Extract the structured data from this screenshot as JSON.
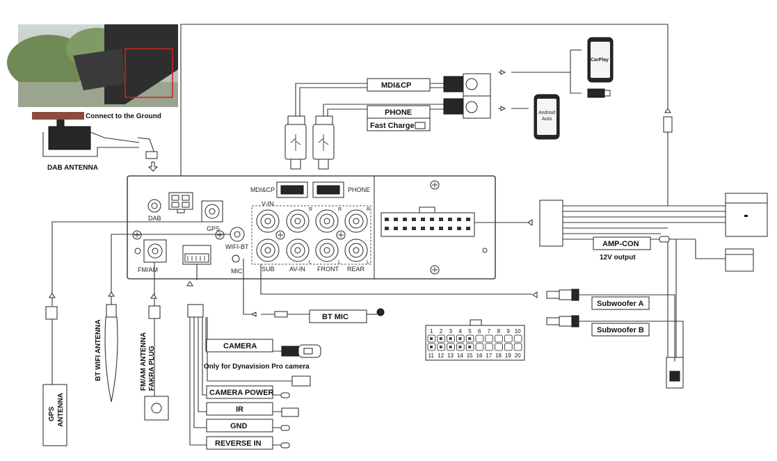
{
  "labels": {
    "connect_ground": "Connect to the Ground",
    "dab_antenna": "DAB ANTENNA",
    "dab": "DAB",
    "gps": "GPS",
    "wifi_bt": "WIFI-BT",
    "mic": "MIC",
    "fm_am": "FM/AM",
    "mdi_cp_port": "MDI&CP",
    "phone_port": "PHONE",
    "v_in": "V-IN",
    "sub": "SUB",
    "av_in": "AV-IN",
    "front": "FRONT",
    "rear": "REAR",
    "r": "R",
    "l": "L",
    "mdi_cp_box": "MDI&CP",
    "phone_box": "PHONE",
    "fast_charge": "Fast Charge",
    "carplay": "CarPlay",
    "android_auto_1": "Android",
    "android_auto_2": "Auto",
    "amp_con": "AMP-CON",
    "twelve_v": "12V output",
    "subwoofer_a": "Subwoofer A",
    "subwoofer_b": "Subwoofer B",
    "bt_mic": "BT MIC",
    "camera": "CAMERA",
    "dynavision": "Only for Dynavision Pro camera",
    "camera_power": "CAMERA POWER",
    "ir": "IR",
    "gnd": "GND",
    "reverse_in": "REVERSE IN",
    "gps_antenna_1": "GPS",
    "gps_antenna_2": "ANTENNA",
    "bt_wifi_antenna": "BT WIFI ANTENNA",
    "fm_am_antenna": "FM/AM ANTENNA",
    "fakra_plug": "FAKRA PLUG"
  },
  "pins": {
    "top": [
      "1",
      "2",
      "3",
      "4",
      "5",
      "6",
      "7",
      "8",
      "9",
      "10"
    ],
    "bottom": [
      "11",
      "12",
      "13",
      "14",
      "15",
      "16",
      "17",
      "18",
      "19",
      "20"
    ]
  }
}
